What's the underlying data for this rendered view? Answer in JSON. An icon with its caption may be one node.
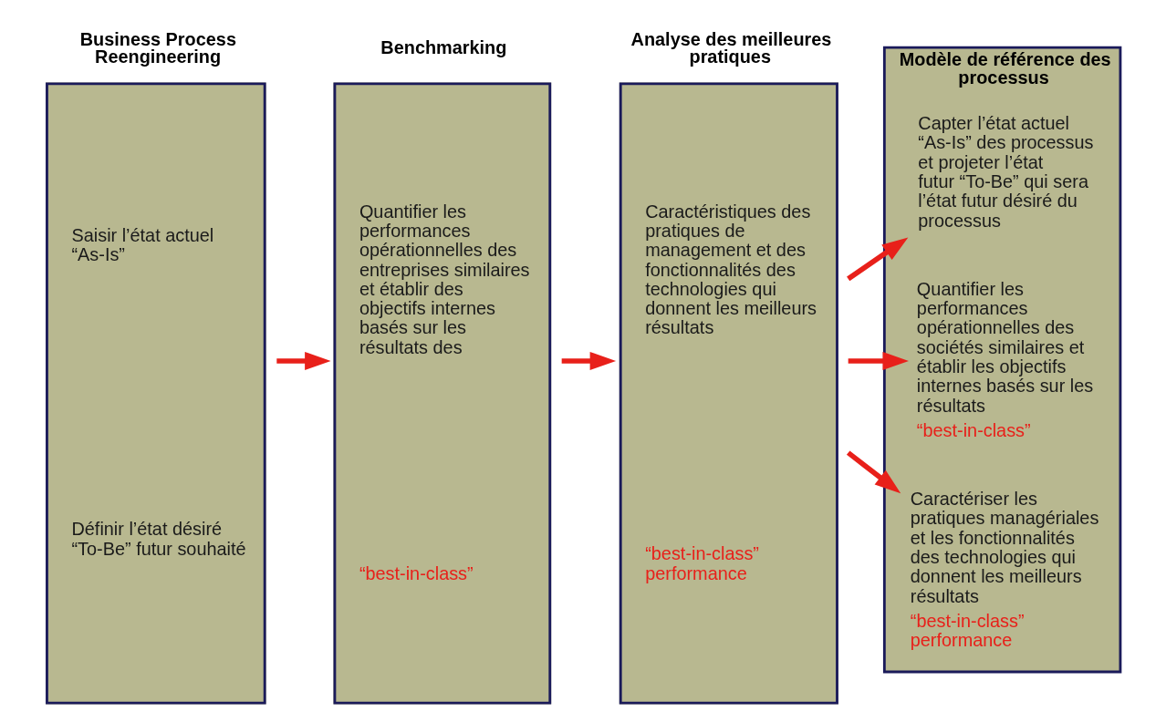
{
  "diagram": {
    "nodes": [
      {
        "text": [
          "Business Process Reengineering",
          "Saisir l’état actuel “As-Is”",
          "Définir l’état désiré “To-Be” futur souhaité"
        ]
      },
      {
        "text": [
          "Benchmarking",
          "Quantifier les performances opérationnelles des entreprises similaires et établir des objectifs internes basés sur les résultats des",
          "“best-in-class”"
        ]
      },
      {
        "text": [
          "Analyse des meilleures pratiques",
          "Caractéristiques des pratiques de management et des fonctionnalités des technologies qui donnent les meilleurs résultats",
          "“best-in-class” performance"
        ]
      },
      {
        "text": [
          "Modèle de référence des processus"
        ]
      },
      {
        "text": [
          "Capter l’état actuel “As-Is” des processus et projeter l’état futur “To-Be” qui sera l’état futur désiré du processus"
        ],
        "in": 3
      },
      {
        "text": [
          "Quantifier les performances opérationnelles des sociétés similaires et établir les objectifs internes basés sur les résultats",
          "“best-in-class”"
        ],
        "in": 3
      },
      {
        "text": [
          "Caractériser les pratiques managériales et les fonctionnalités des technologies qui donnent les meilleurs résultats",
          "“best-in-class” performance"
        ],
        "in": 3
      }
    ],
    "edges": [
      {
        "from": 0,
        "to": 1,
        "arrow": "to"
      },
      {
        "from": 1,
        "to": 2,
        "arrow": "to"
      },
      {
        "from": 2,
        "to": 4,
        "arrow": "to"
      },
      {
        "from": 2,
        "to": 5,
        "arrow": "to"
      },
      {
        "from": 2,
        "to": 6,
        "arrow": "to"
      }
    ]
  }
}
